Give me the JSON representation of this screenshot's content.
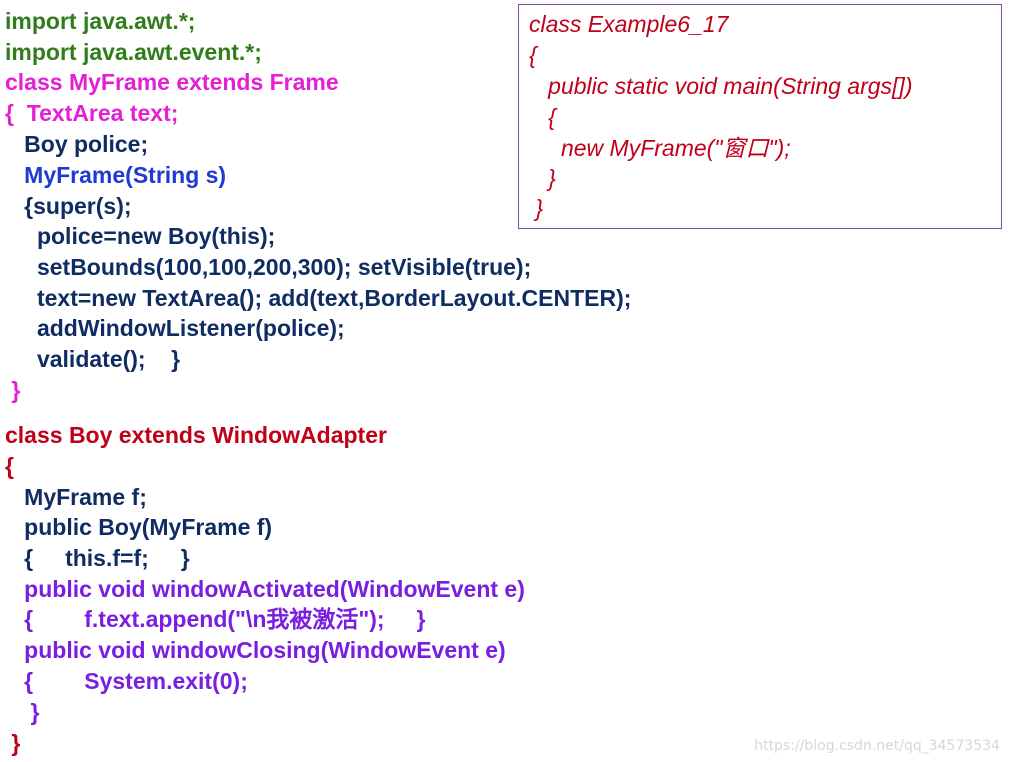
{
  "code_lines": [
    "import java.awt.*;",
    "import java.awt.event.*;",
    "class MyFrame extends Frame",
    "{  TextArea text;",
    "   Boy police;",
    "   MyFrame(String s)",
    "   {super(s);",
    "     police=new Boy(this);",
    "     setBounds(100,100,200,300); setVisible(true);",
    "     text=new TextArea(); add(text,BorderLayout.CENTER);",
    "     addWindowListener(police);",
    "     validate();    }",
    " }",
    "class Boy extends WindowAdapter",
    "{",
    "   MyFrame f;",
    "   public Boy(MyFrame f)",
    "   {     this.f=f;     }",
    "   public void windowActivated(WindowEvent e)",
    "   {        f.text.append(\"\\n我被激活\");     }",
    "   public void windowClosing(WindowEvent e)",
    "   {        System.exit(0);",
    "    }",
    " }"
  ],
  "main_box_lines": [
    "class Example6_17",
    "{",
    "   public static void main(String args[])",
    "   {",
    "     new MyFrame(\"窗口\");",
    "   }",
    " }"
  ],
  "watermark": "https://blog.csdn.net/qq_34573534"
}
